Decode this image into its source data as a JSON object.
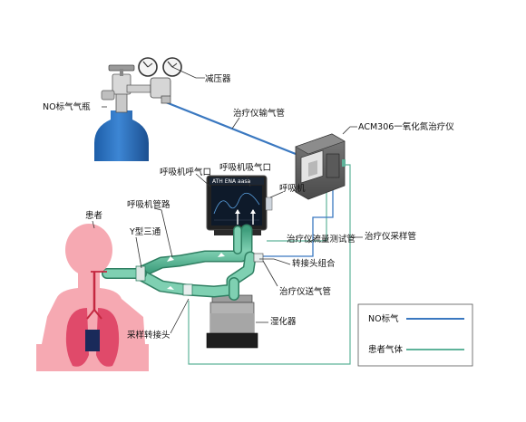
{
  "labels": {
    "pressure_reducer": "减压器",
    "no_cylinder": "NO标气气瓶",
    "delivery_tube": "治疗仪输气管",
    "device": "ACM306一氧化氮治疗仪",
    "exhale_port": "呼吸机呼气口",
    "inhale_port": "呼吸机吸气口",
    "ventilator": "呼吸机",
    "patient": "患者",
    "circuit": "呼吸机管路",
    "y_piece": "Y型三通",
    "flow_test_tube": "治疗仪流量测试管",
    "sampling_tube": "治疗仪采样管",
    "adapter_combo": "转接头组合",
    "supply_tube": "治疗仪送气管",
    "humidifier": "湿化器",
    "sampling_adapter": "采样转接头"
  },
  "ventilator_screen": {
    "title": "ATH ENA aasa"
  },
  "legend": {
    "items": [
      {
        "label": "NO标气",
        "color": "#3a78c0"
      },
      {
        "label": "患者气体",
        "color": "#5fb39a"
      }
    ]
  },
  "colors": {
    "no_gas": "#3a78c0",
    "patient_gas": "#5fb39a",
    "cylinder": "#2d6fb8",
    "patient_body": "#f6a9b2",
    "lungs": "#e04a6a"
  }
}
